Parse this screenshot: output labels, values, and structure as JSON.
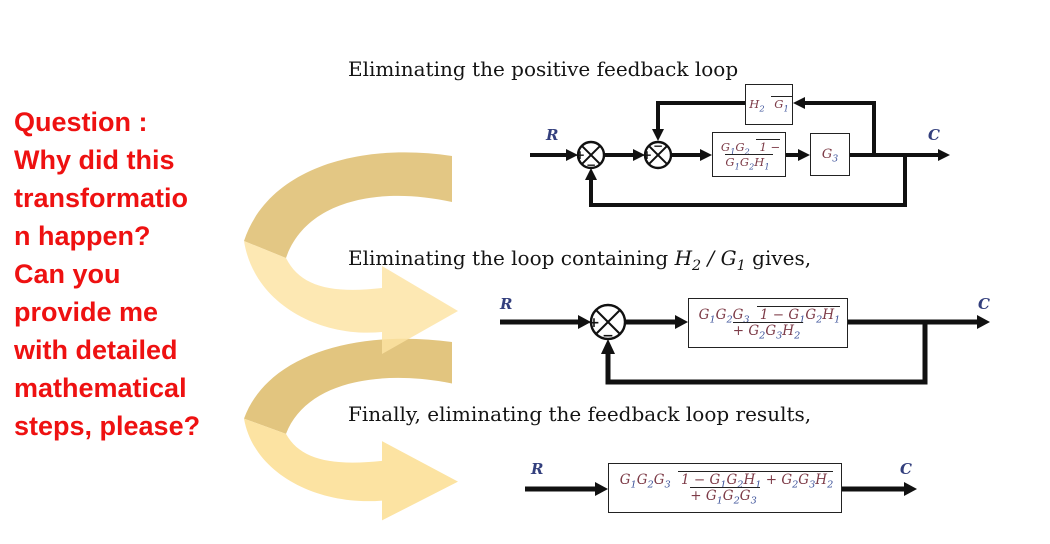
{
  "question": {
    "text": "Question :\nWhy did this\ntransformatio\nn happen?\nCan you\nprovide me\nwith detailed\nmathematical\nsteps, please?"
  },
  "colors": {
    "question_red": "#ee1111",
    "arrow_band_dark": "#e2c57f",
    "arrow_band_light": "#fce3a2",
    "math_letter": "#7d3b47",
    "math_subscript": "#3f549b",
    "signal_label": "#333f7d",
    "diagram_line": "#111111"
  },
  "diagram1": {
    "title": "Eliminating the positive feedback loop",
    "input_label": "R",
    "output_label": "C",
    "sum1": {
      "left_sign": "+",
      "bottom_sign": "−"
    },
    "sum2": {
      "left_sign": "+",
      "top_sign": "−"
    },
    "feedback_block": {
      "num": "H_2",
      "den": "G_1"
    },
    "forward_block": {
      "num": "G_1G_2",
      "den": "1 − G_1G_2H_1"
    },
    "gain_block": "G_3"
  },
  "diagram2": {
    "title_prefix": "Eliminating the loop containing ",
    "title_math": "H_2 / G_1",
    "title_suffix": " gives,",
    "input_label": "R",
    "output_label": "C",
    "sum": {
      "left_sign": "+",
      "bottom_sign": "−"
    },
    "block": {
      "num": "G_1G_2G_3",
      "den": "1 − G_1G_2H_1 + G_2G_3H_2"
    }
  },
  "diagram3": {
    "title": "Finally, eliminating the feedback loop results,",
    "input_label": "R",
    "output_label": "C",
    "block": {
      "num": "G_1G_2G_3",
      "den": "1 − G_1G_2H_1 + G_2G_3H_2 + G_1G_2G_3"
    }
  }
}
